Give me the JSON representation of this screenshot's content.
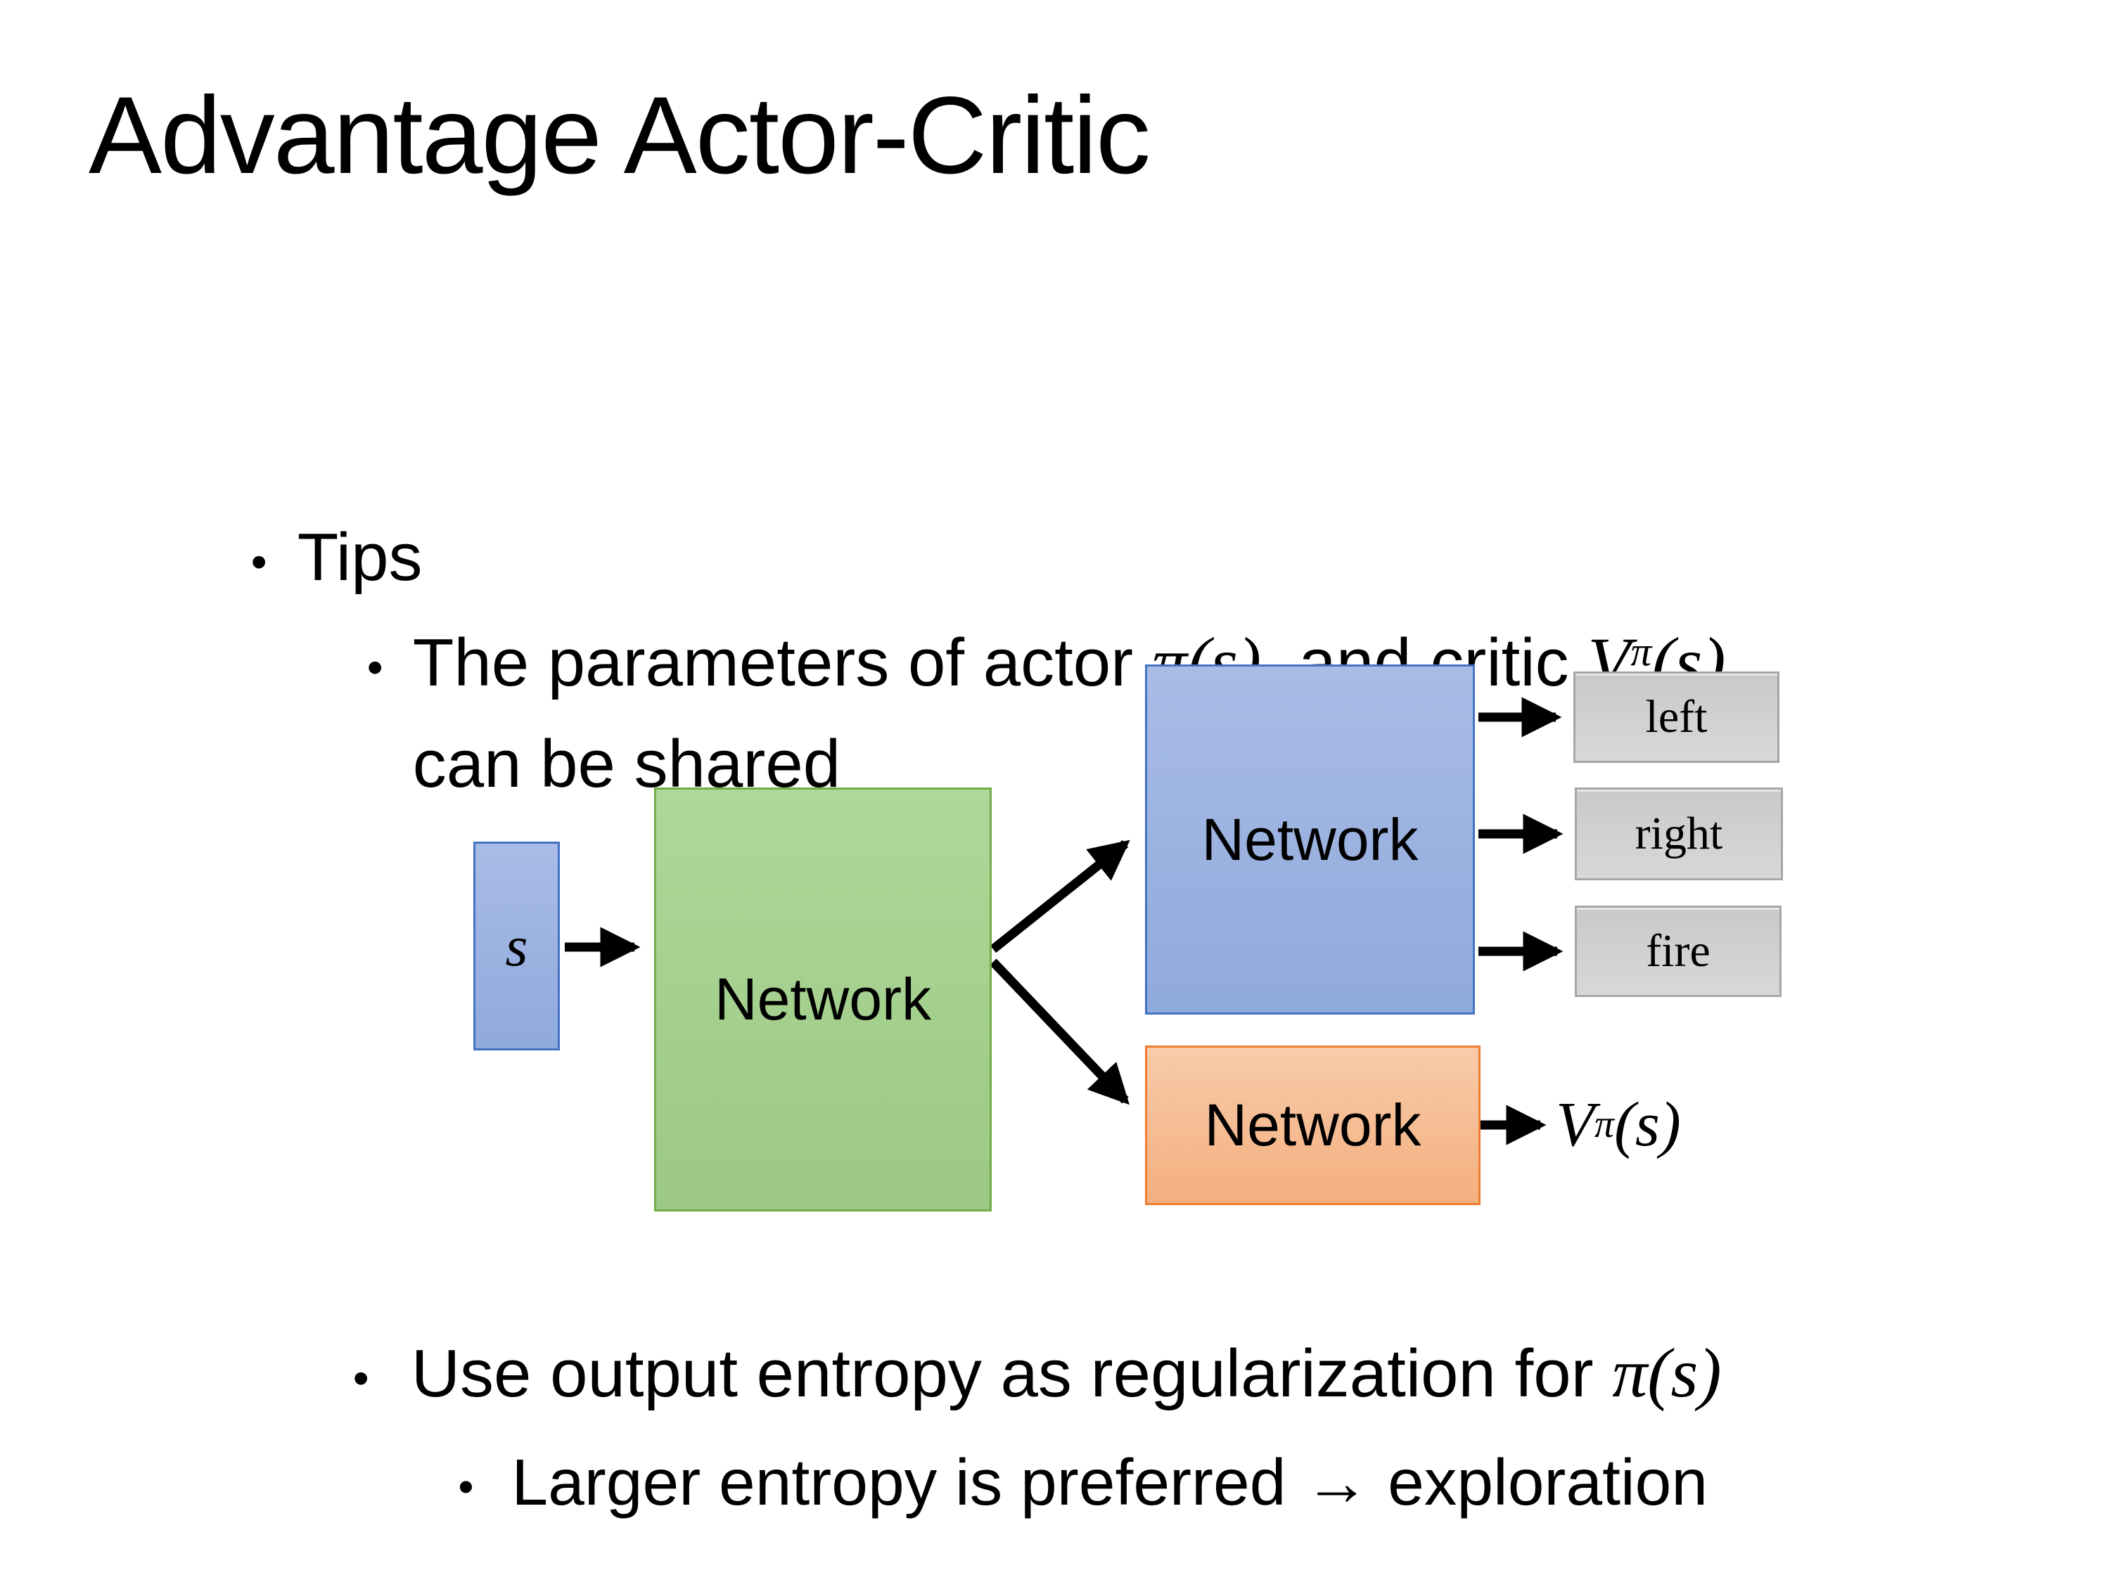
{
  "slide": {
    "title": "Advantage Actor-Critic",
    "bullet_char": "•",
    "bullets": {
      "tips": "Tips",
      "shared": {
        "t1": "The parameters of actor ",
        "m1": "π(s)",
        "t2": "  and critic ",
        "v": "V",
        "v_sup": "π",
        "v_rest": "(s)",
        "line2": "can be shared"
      },
      "entropy": {
        "t1": "Use output entropy as regularization for ",
        "m1": "π(s)"
      },
      "exploration": "Larger entropy is preferred → exploration"
    }
  },
  "diagram": {
    "input_label": "s",
    "shared_network_label": "Network",
    "actor_network_label": "Network",
    "critic_network_label": "Network",
    "actions": [
      "left",
      "right",
      "fire"
    ],
    "value_output": {
      "v": "V",
      "sup": "π",
      "rest": "(s)"
    },
    "colors": {
      "background": "#ffffff",
      "text": "#000000",
      "arrow": "#000000",
      "blue-fill": "#8FAADC",
      "blue-fill-light": "#A9BCE6",
      "blue-border": "#4472C4",
      "green-fill": "#9CC983",
      "green-fill-light": "#AED79A",
      "green-border": "#70AD47",
      "orange-fill": "#F4AF7E",
      "orange-fill-light": "#F8CBAA",
      "orange-border": "#ED7D31",
      "grey-fill": "#C9C9C9",
      "grey-fill-light": "#D8D8D8",
      "grey-border": "#A6A6A6"
    }
  }
}
